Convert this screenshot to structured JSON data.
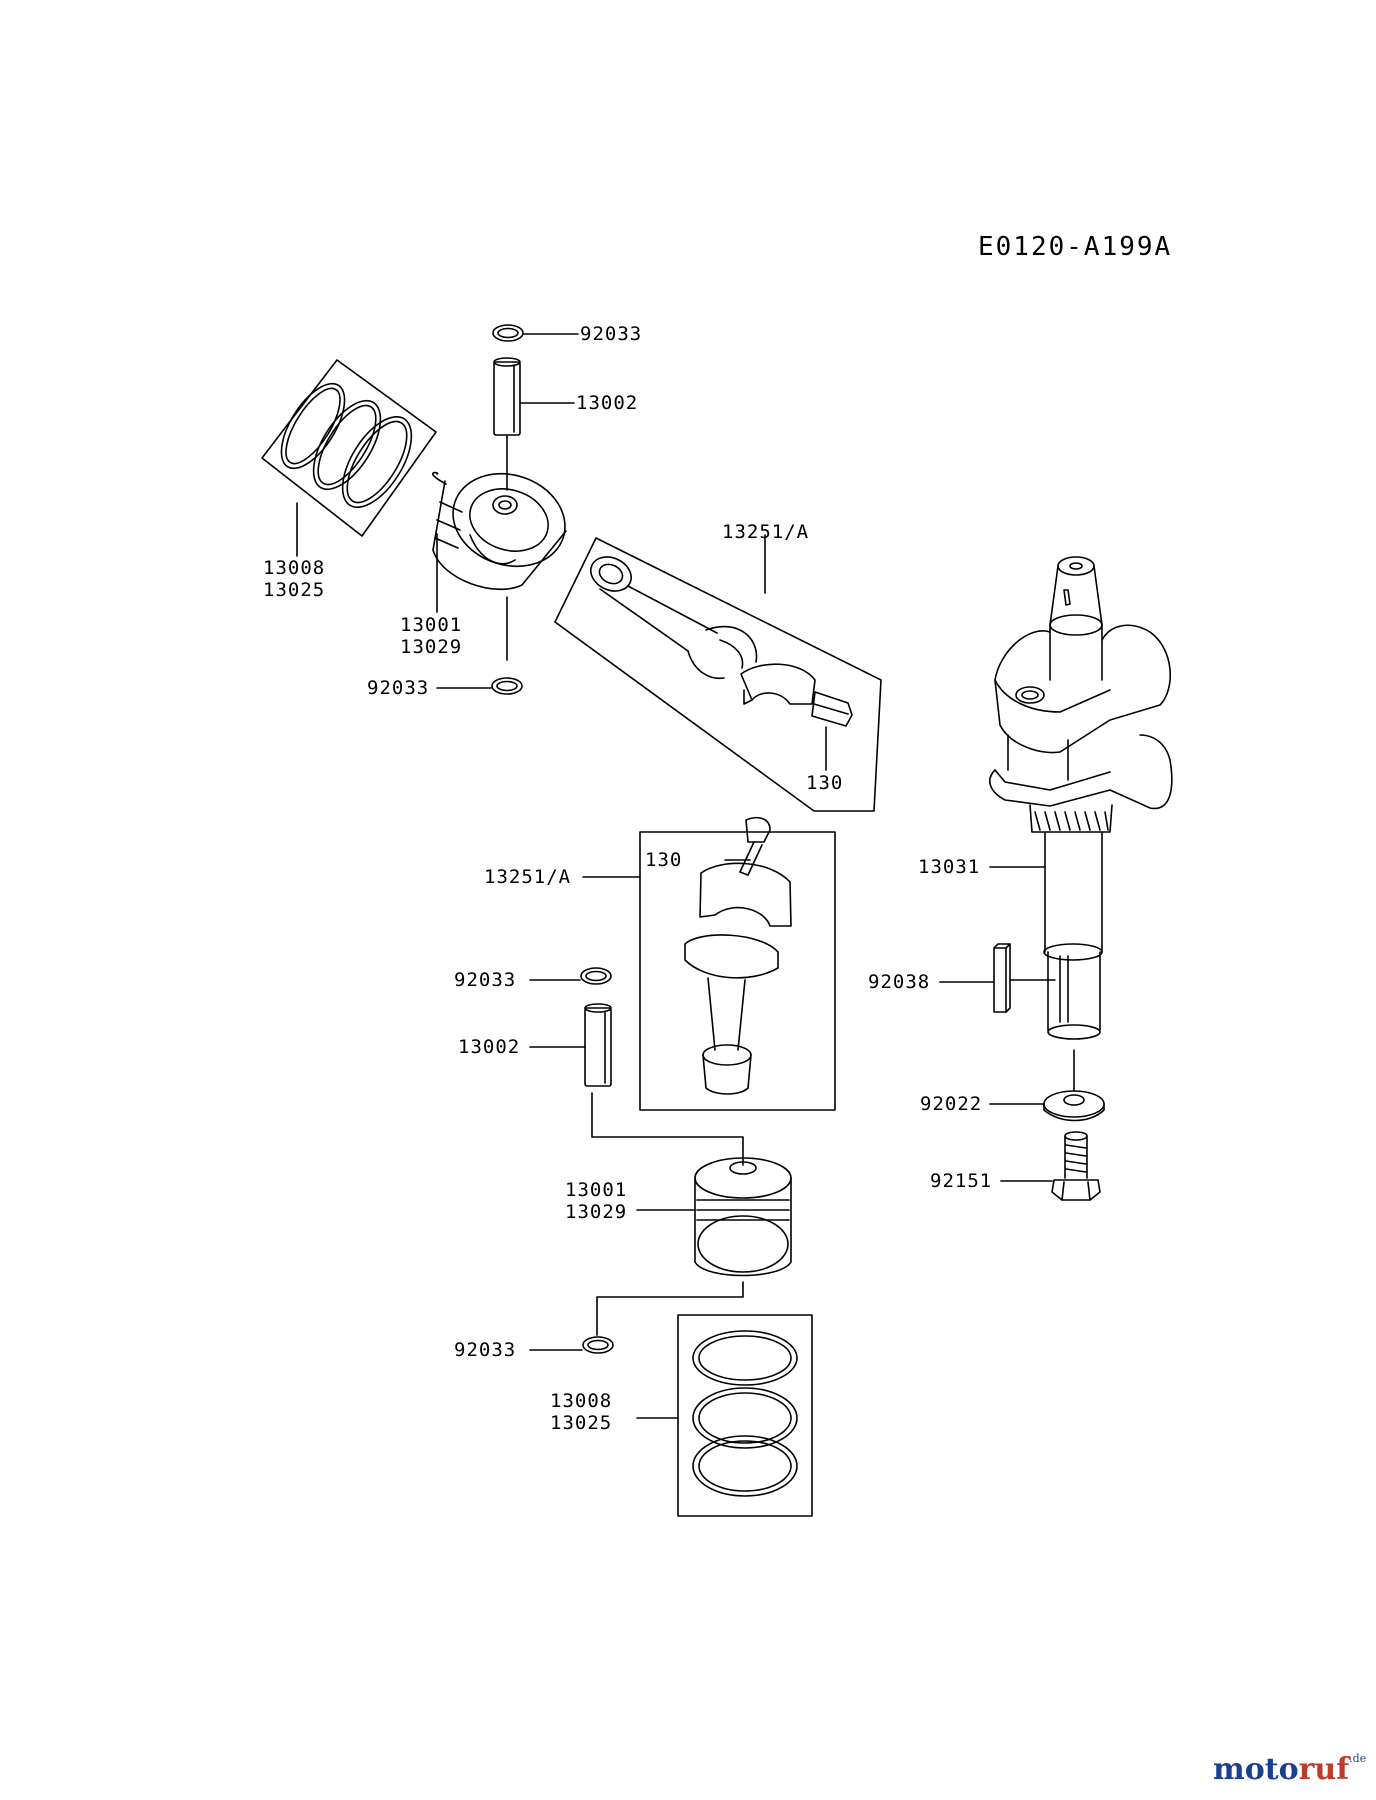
{
  "diagram_code": "E0120-A199A",
  "labels": {
    "top_clip_upper": "92033",
    "top_pin": "13002",
    "top_rings_a": "13008",
    "top_rings_b": "13025",
    "top_piston_a": "13001",
    "top_piston_b": "13029",
    "top_clip_lower": "92033",
    "top_conrod": "13251/A",
    "top_bolt": "130",
    "crankshaft": "13031",
    "key": "92038",
    "washer": "92022",
    "crank_bolt": "92151",
    "mid_bolt": "130",
    "mid_conrod": "13251/A",
    "mid_clip": "92033",
    "mid_pin": "13002",
    "low_piston_a": "13001",
    "low_piston_b": "13029",
    "low_clip": "92033",
    "low_rings_a": "13008",
    "low_rings_b": "13025"
  },
  "brand": {
    "text_a": "moto",
    "text_b": "ruf",
    "suffix": ".de",
    "color_a": "#1a3f8f",
    "color_b": "#c0392b"
  }
}
